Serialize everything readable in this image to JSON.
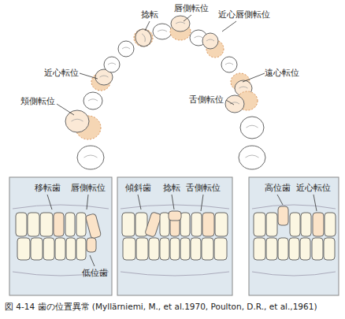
{
  "diagram": {
    "caption": "図 4-14 歯の位置異常 (Myllärniemi, M., et al.1970, Poulton, D.R., et al.,1961)",
    "labels": [
      "捻転",
      "唇側転位",
      "近心唇側転位",
      "近心転位",
      "遠心転位",
      "頬側転位",
      "舌側転位",
      "移転歯",
      "唇側転位",
      "低位歯",
      "傾斜歯",
      "捻転",
      "舌側転位",
      "高位歯",
      "近心転位"
    ]
  }
}
